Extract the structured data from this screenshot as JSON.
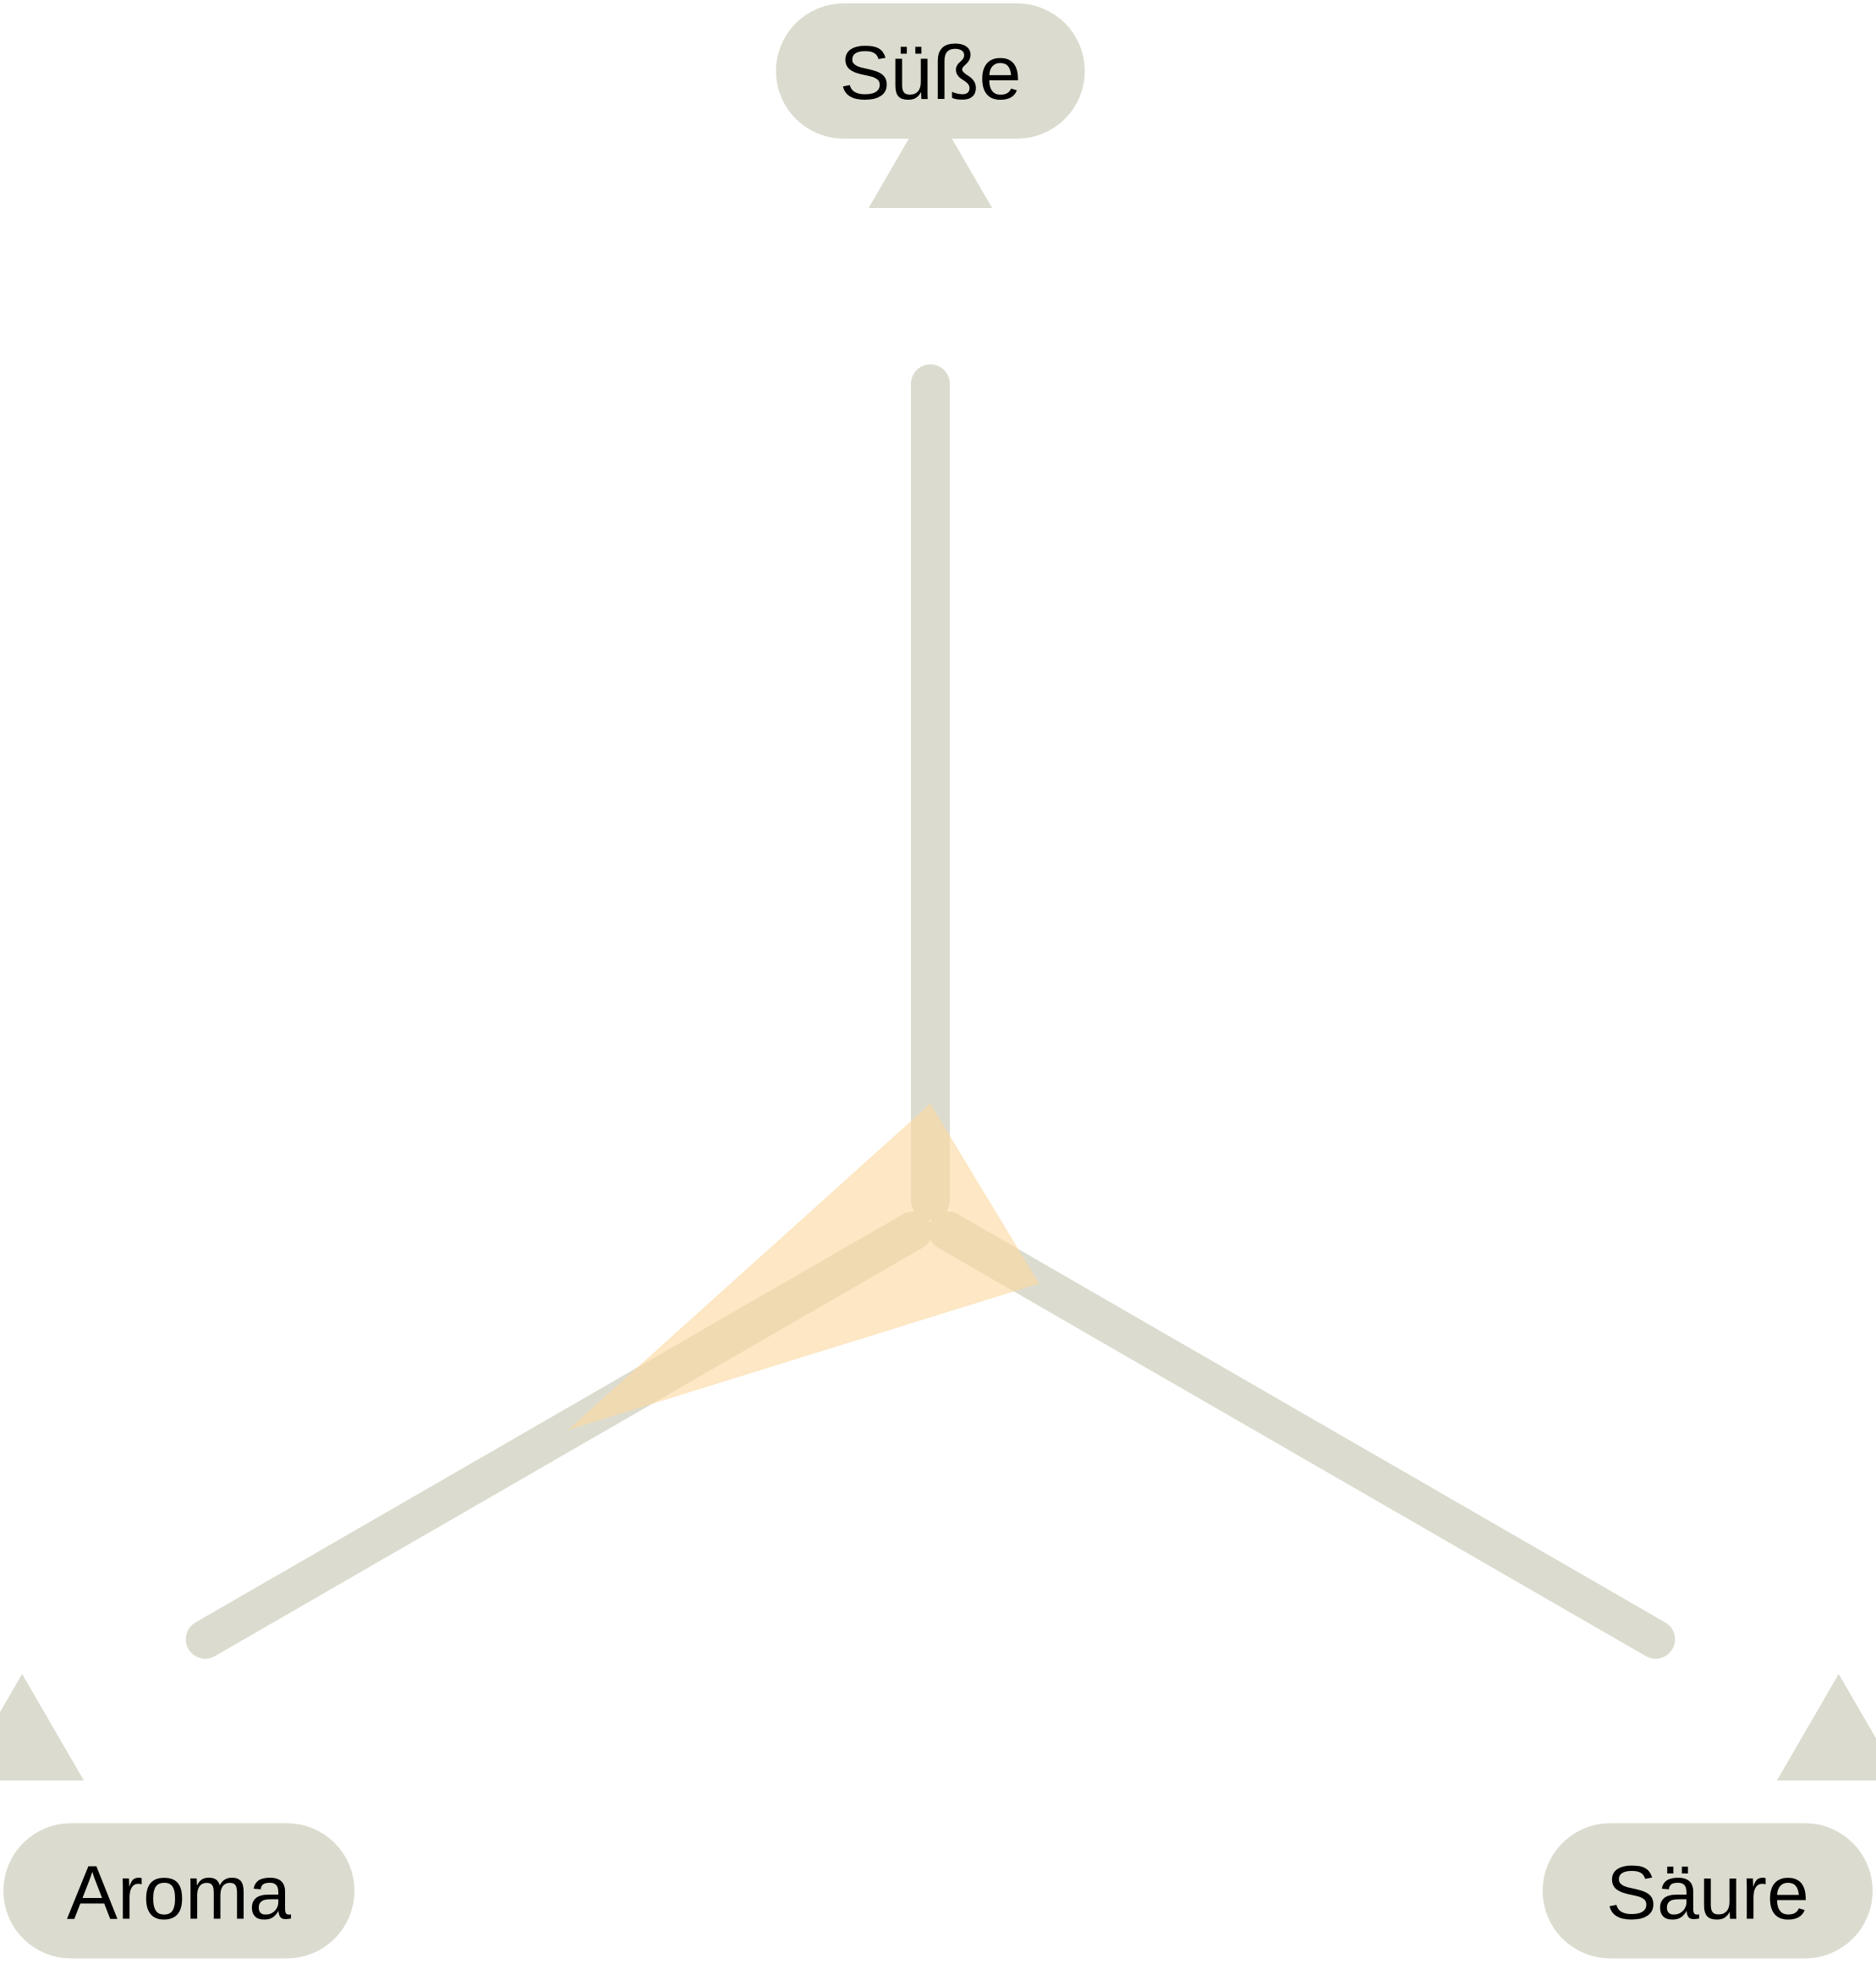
{
  "chart_data": {
    "type": "radar",
    "axes": [
      "Süße",
      "Säure",
      "Aroma"
    ],
    "values": [
      0.14,
      0.15,
      0.5
    ],
    "range": [
      0,
      1
    ],
    "grid": false,
    "legend": "none"
  },
  "colors": {
    "axis": "#DBDCCF",
    "label_background": "#DBDCCF",
    "label_text": "#000000",
    "fill": "#FCD9A0",
    "background": "#FFFFFF"
  }
}
